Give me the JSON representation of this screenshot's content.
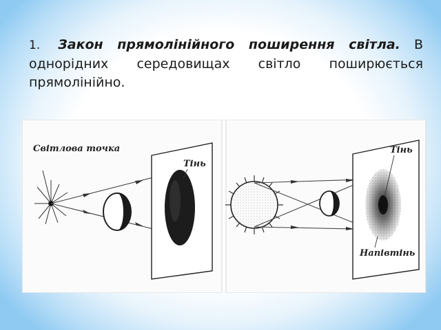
{
  "law": {
    "number": "1.",
    "title": "Закон прямолінійного поширення світла.",
    "text": "В однорідних середовищах світло поширюється прямолінійно."
  },
  "figure": {
    "left_panel": {
      "source_label": "Світлова точка",
      "shadow_label": "Тінь"
    },
    "right_panel": {
      "shadow_label": "Тінь",
      "penumbra_label": "Напівтінь"
    }
  }
}
